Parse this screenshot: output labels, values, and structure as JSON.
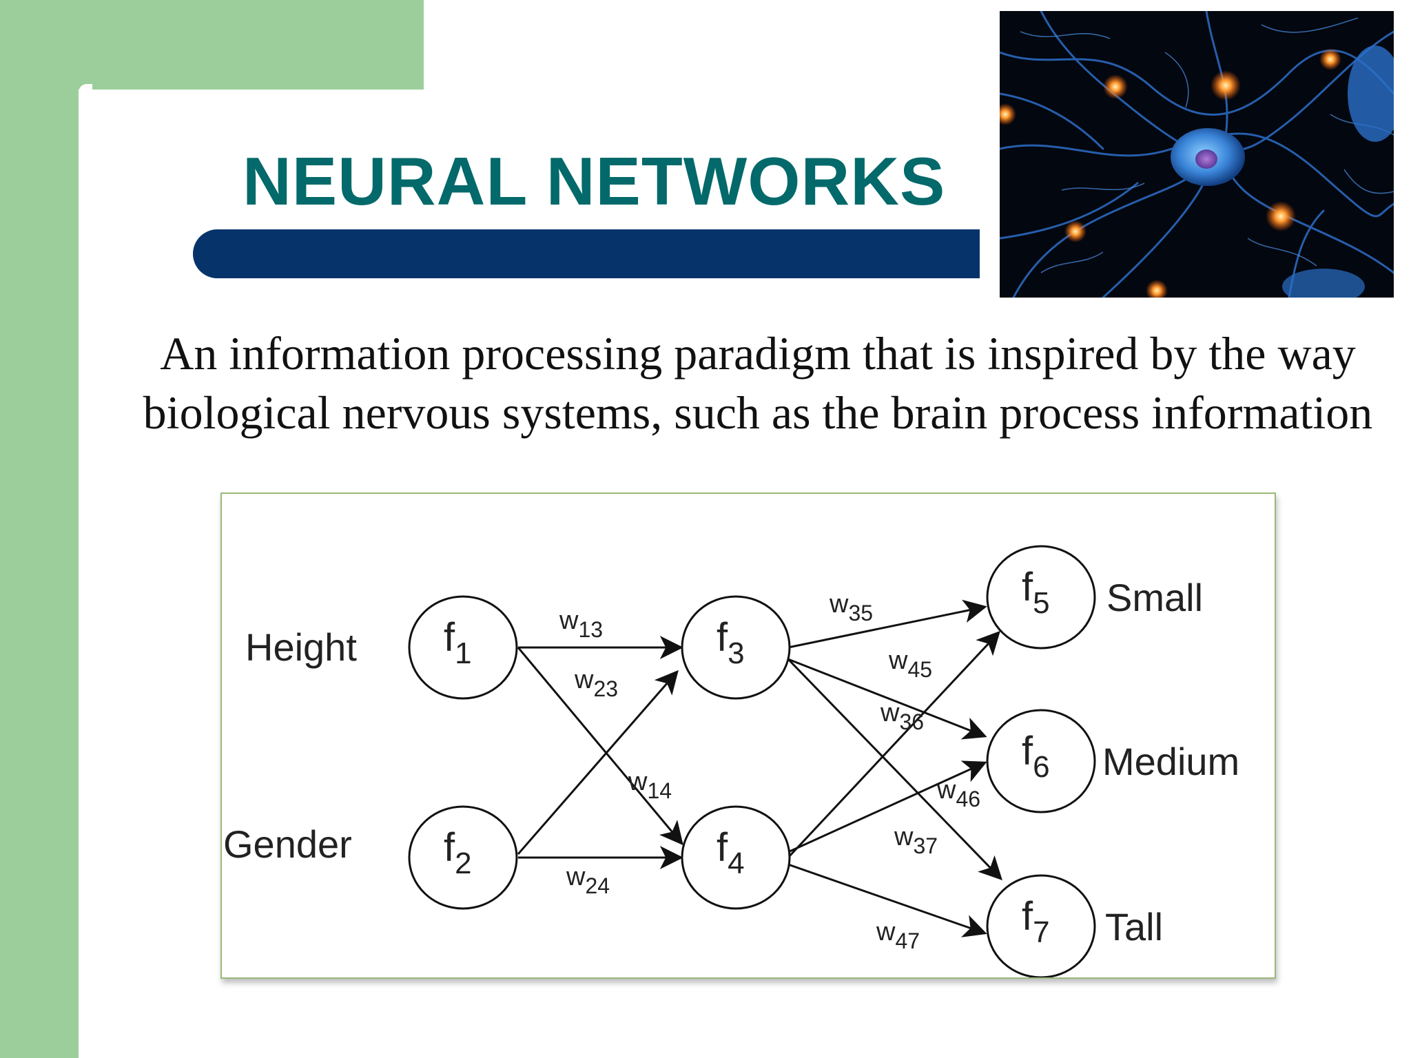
{
  "slide": {
    "title": "NEURAL NETWORKS",
    "description_lines": [
      "An information processing paradigm that is inspired by the way",
      "biological nervous systems, such as the brain process information"
    ],
    "image_subject": "neuron-network-photo"
  },
  "colors": {
    "background_green": "#9bce9b",
    "title_teal": "#03696a",
    "title_bar_navy": "#05336a",
    "diagram_border": "#9bb87a"
  },
  "diagram": {
    "input_labels": [
      "Height",
      "Gender"
    ],
    "output_labels": [
      "Small",
      "Medium",
      "Tall"
    ],
    "nodes": [
      {
        "base": "f",
        "sub": "1"
      },
      {
        "base": "f",
        "sub": "2"
      },
      {
        "base": "f",
        "sub": "3"
      },
      {
        "base": "f",
        "sub": "4"
      },
      {
        "base": "f",
        "sub": "5"
      },
      {
        "base": "f",
        "sub": "6"
      },
      {
        "base": "f",
        "sub": "7"
      }
    ],
    "edges": [
      {
        "from": "f1",
        "to": "f3",
        "base": "w",
        "sub": "13"
      },
      {
        "from": "f2",
        "to": "f3",
        "base": "w",
        "sub": "23"
      },
      {
        "from": "f1",
        "to": "f4",
        "base": "w",
        "sub": "14"
      },
      {
        "from": "f2",
        "to": "f4",
        "base": "w",
        "sub": "24"
      },
      {
        "from": "f3",
        "to": "f5",
        "base": "w",
        "sub": "35"
      },
      {
        "from": "f4",
        "to": "f5",
        "base": "w",
        "sub": "45"
      },
      {
        "from": "f3",
        "to": "f6",
        "base": "w",
        "sub": "36"
      },
      {
        "from": "f4",
        "to": "f6",
        "base": "w",
        "sub": "46"
      },
      {
        "from": "f3",
        "to": "f7",
        "base": "w",
        "sub": "37"
      },
      {
        "from": "f4",
        "to": "f7",
        "base": "w",
        "sub": "47"
      }
    ]
  }
}
